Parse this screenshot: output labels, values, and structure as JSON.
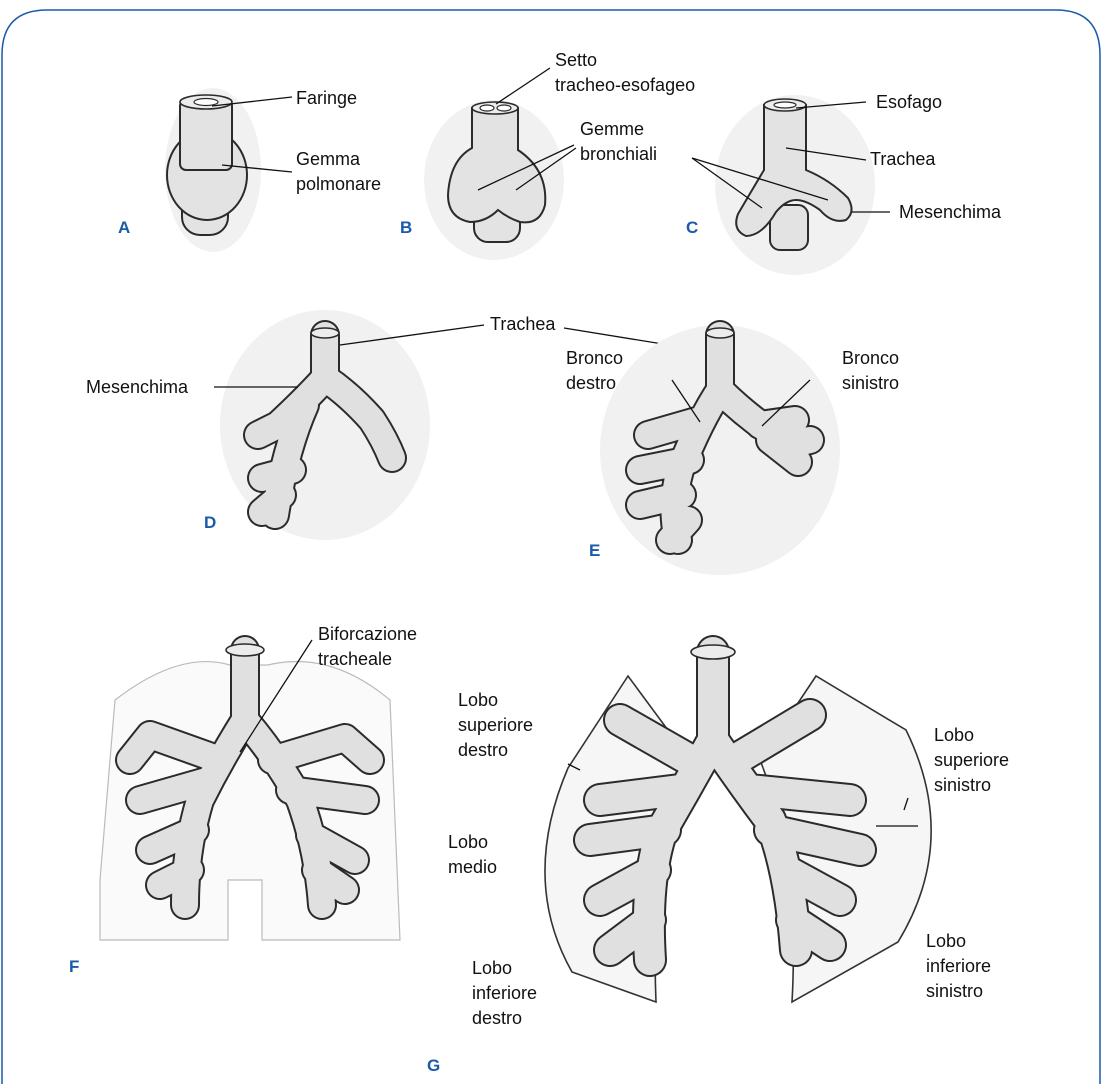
{
  "colors": {
    "frame": "#1a5aa8",
    "panel_letters": "#1a5aa8",
    "text": "#111111"
  },
  "panels": {
    "A": {
      "letter": "A",
      "labels": {
        "faringe": "Faringe",
        "gemma_polmonare": [
          "Gemma",
          "polmonare"
        ]
      }
    },
    "B": {
      "letter": "B",
      "labels": {
        "setto": [
          "Setto",
          "tracheo-esofageo"
        ],
        "gemme_bronchiali": [
          "Gemme",
          "bronchiali"
        ]
      }
    },
    "C": {
      "letter": "C",
      "labels": {
        "esofago": "Esofago",
        "trachea": "Trachea",
        "mesenchima": "Mesenchima"
      }
    },
    "D": {
      "letter": "D",
      "labels": {
        "mesenchima": "Mesenchima"
      }
    },
    "DE_shared": {
      "trachea": "Trachea"
    },
    "E": {
      "letter": "E",
      "labels": {
        "bronco_destro": [
          "Bronco",
          "destro"
        ],
        "bronco_sinistro": [
          "Bronco",
          "sinistro"
        ]
      }
    },
    "F": {
      "letter": "F",
      "labels": {
        "biforcazione": [
          "Biforcazione",
          "tracheale"
        ]
      }
    },
    "G": {
      "letter": "G",
      "labels": {
        "lobo_sup_destro": [
          "Lobo",
          "superiore",
          "destro"
        ],
        "lobo_medio": [
          "Lobo",
          "medio"
        ],
        "lobo_inf_destro": [
          "Lobo",
          "inferiore",
          "destro"
        ],
        "lobo_sup_sinistro": [
          "Lobo",
          "superiore",
          "sinistro"
        ],
        "lobo_inf_sinistro": [
          "Lobo",
          "inferiore",
          "sinistro"
        ]
      }
    }
  }
}
